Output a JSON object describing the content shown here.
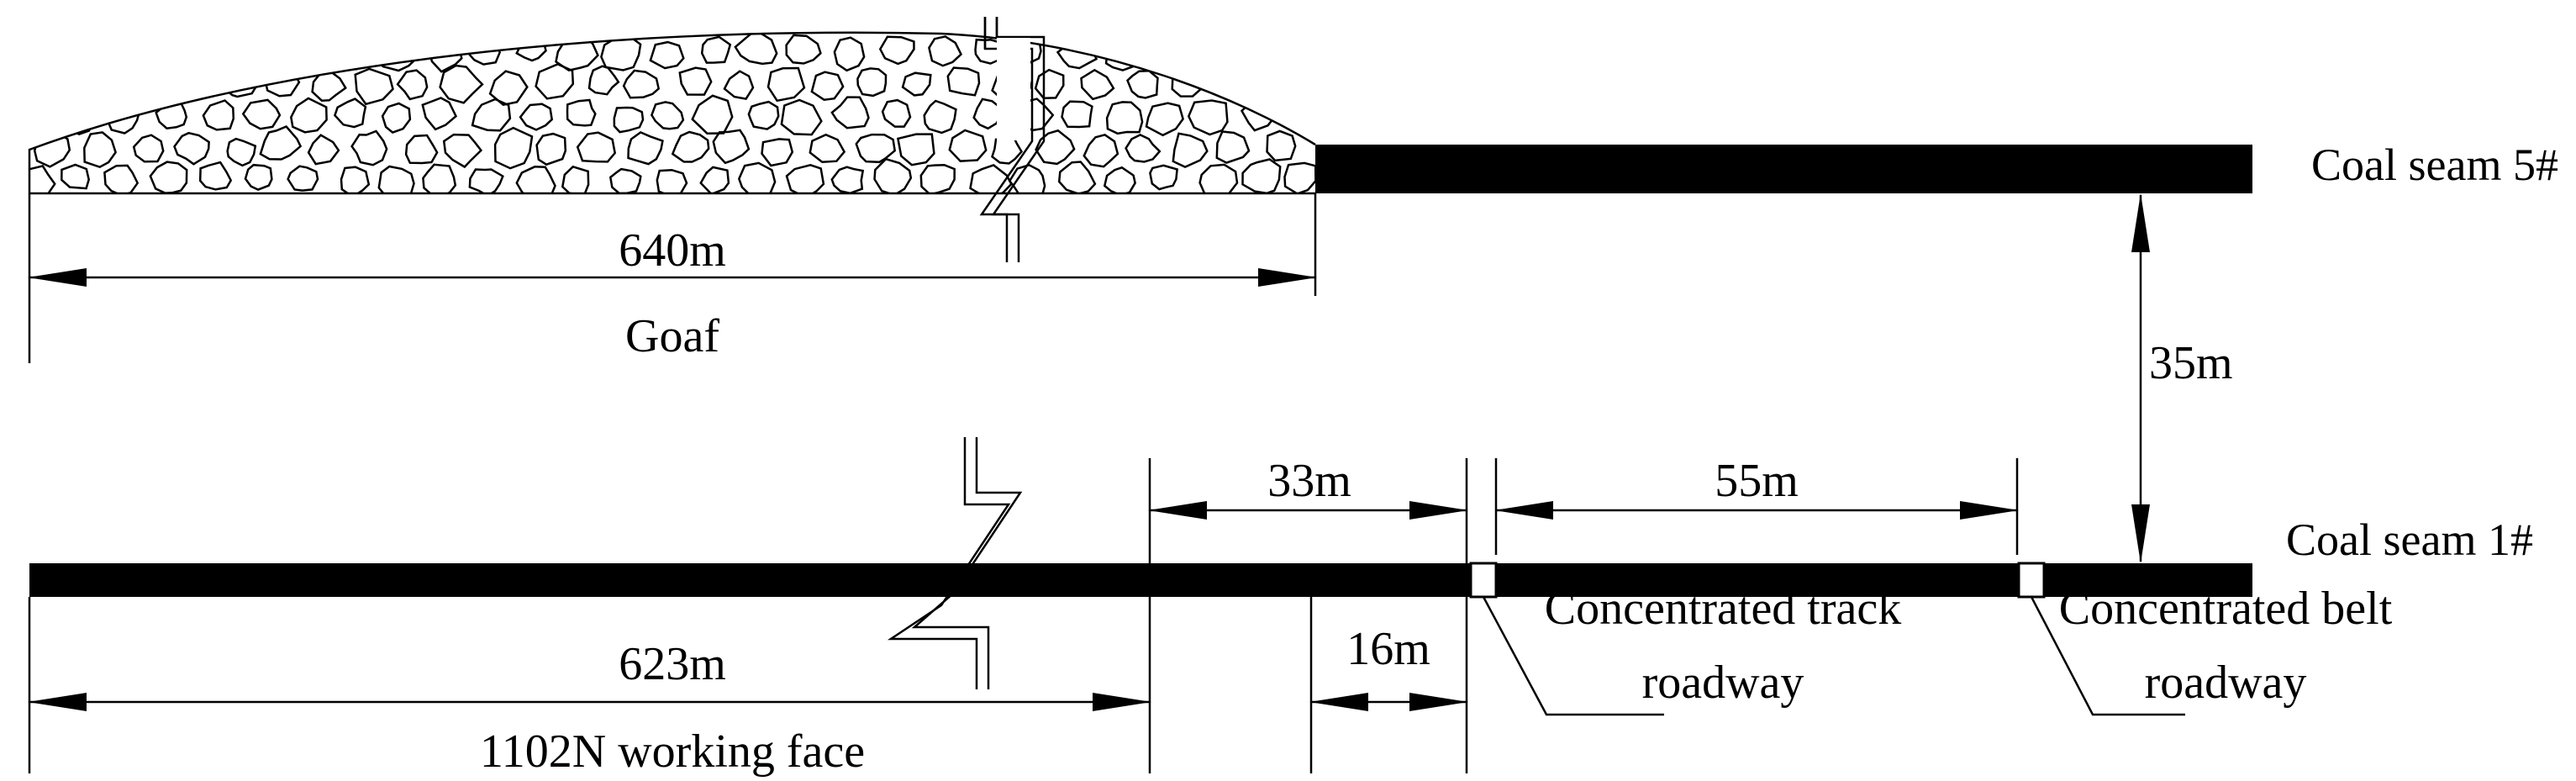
{
  "colors": {
    "ink": "#000000",
    "background": "#ffffff"
  },
  "seams": {
    "upper": {
      "label": "Coal seam 5#"
    },
    "lower": {
      "label": "Coal seam 1#"
    }
  },
  "dimensions": {
    "goaf_length": "640m",
    "face_length": "623m",
    "seam_spacing": "35m",
    "span_33": "33m",
    "span_55": "55m",
    "span_16": "16m"
  },
  "labels": {
    "goaf": "Goaf",
    "working_face": "1102N working face",
    "track_roadway_line1": "Concentrated track",
    "track_roadway_line2": "roadway",
    "belt_roadway_line1": "Concentrated belt",
    "belt_roadway_line2": "roadway"
  }
}
